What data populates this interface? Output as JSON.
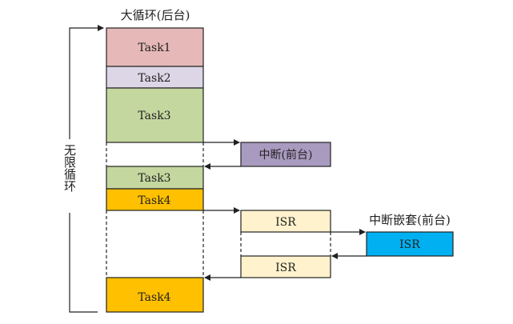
{
  "titles": {
    "background_loop": "大循环(后台)",
    "infinite_loop": "无限循环",
    "nested_interrupt": "中断嵌套(前台)"
  },
  "blocks": {
    "task1": {
      "label": "Task1",
      "color": "#e6b9b8"
    },
    "task2": {
      "label": "Task2",
      "color": "#dcd6e6"
    },
    "task3a": {
      "label": "Task3",
      "color": "#c4d79f"
    },
    "task3b": {
      "label": "Task3",
      "color": "#c4d79f"
    },
    "task4a": {
      "label": "Task4",
      "color": "#ffc000"
    },
    "task4b": {
      "label": "Task4",
      "color": "#ffc000"
    },
    "interrupt": {
      "label": "中断(前台)",
      "color": "#a99ac0"
    },
    "isr1": {
      "label": "ISR",
      "color": "#fff2cc"
    },
    "isr_nested": {
      "label": "ISR",
      "color": "#00b0f0"
    },
    "isr2": {
      "label": "ISR",
      "color": "#fff2cc"
    }
  }
}
